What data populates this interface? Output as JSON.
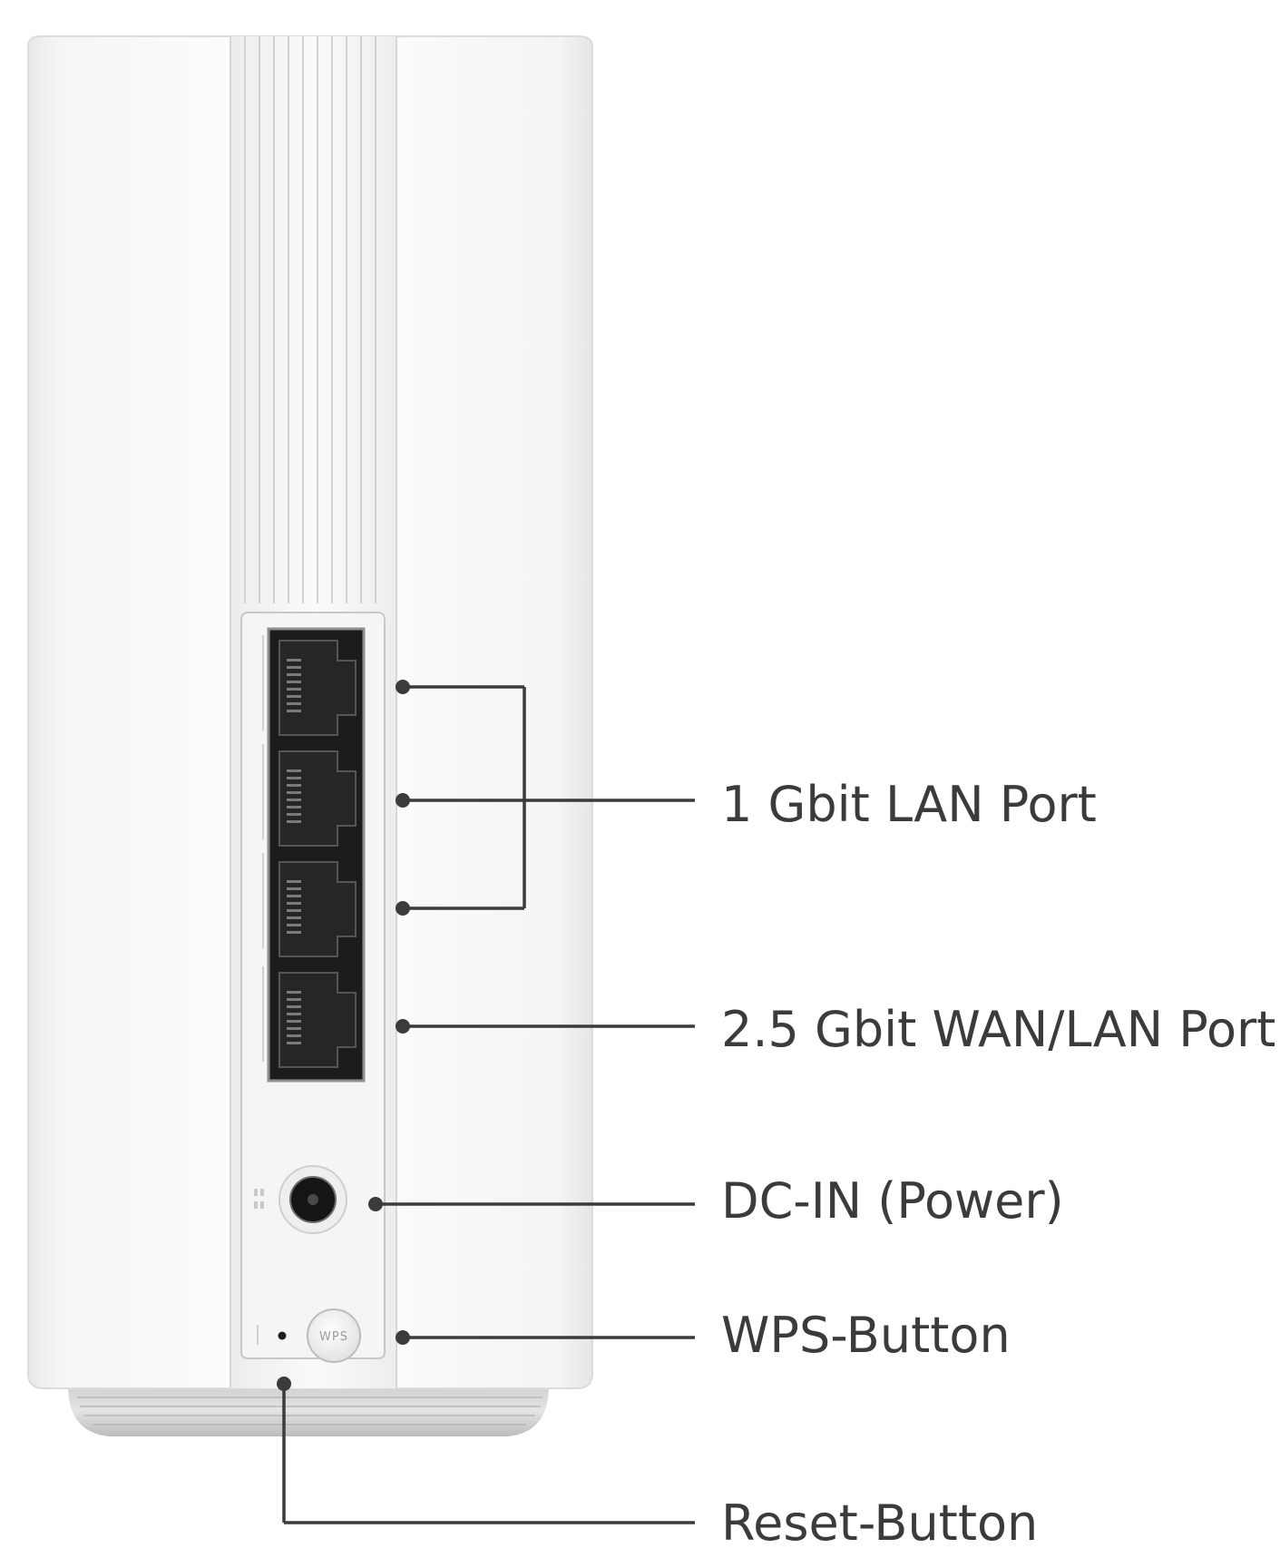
{
  "callouts": {
    "lan_port": "1 Gbit LAN Port",
    "wan_lan_port": "2.5 Gbit WAN/LAN Port",
    "dc_in": "DC-IN (Power)",
    "wps_button": "WPS-Button",
    "reset_button": "Reset-Button"
  },
  "device": {
    "wps_key_text": "WPS"
  },
  "colors": {
    "leader_line": "#3b3b3b",
    "label_text": "#3b3b3b",
    "device_body": "#f7f7f7",
    "port_cavity": "#1a1a1a"
  }
}
